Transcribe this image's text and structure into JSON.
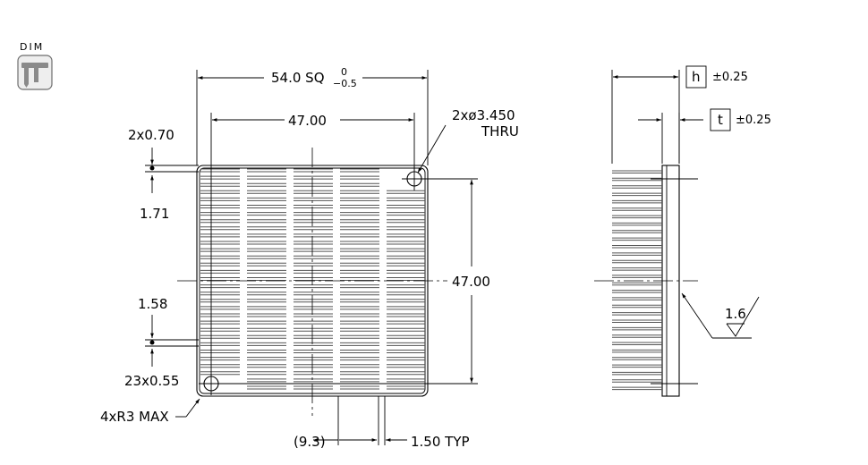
{
  "dim_badge": {
    "label": "DIM",
    "icon": "caliper-icon"
  },
  "front_view": {
    "overall_width": "54.0 SQ",
    "overall_tol_upper": "0",
    "overall_tol_lower": "−0.5",
    "hole_pitch_horizontal": "47.00",
    "hole_pitch_vertical": "47.00",
    "hole_callout_line1": "2xø3.450",
    "hole_callout_line2": "THRU",
    "fin_thickness_top": "2x0.70",
    "fin_gap_top": "1.71",
    "fin_gap_bottom": "1.58",
    "fin_thickness_bottom": "23x0.55",
    "corner_radius": "4xR3 MAX",
    "slot_pitch": "(9.3)",
    "slot_width": "1.50 TYP"
  },
  "side_view": {
    "height_symbol": "h",
    "height_tol": "±0.25",
    "base_symbol": "t",
    "base_tol": "±0.25",
    "surface_finish": "1.6"
  }
}
